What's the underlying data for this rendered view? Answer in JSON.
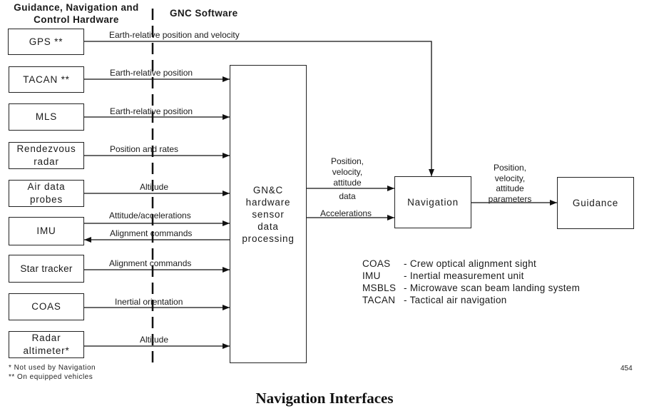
{
  "headers": {
    "hardware": "Guidance, Navigation and Control Hardware",
    "software": "GNC Software"
  },
  "hardware_boxes": [
    {
      "id": "gps",
      "label": "GPS **"
    },
    {
      "id": "tacan",
      "label": "TACAN **"
    },
    {
      "id": "mls",
      "label": "MLS"
    },
    {
      "id": "rendezvous-radar",
      "label": "Rendezvous radar"
    },
    {
      "id": "air-data-probes",
      "label": "Air data probes"
    },
    {
      "id": "imu",
      "label": "IMU"
    },
    {
      "id": "star-tracker",
      "label": "Star tracker"
    },
    {
      "id": "coas",
      "label": "COAS"
    },
    {
      "id": "radar-altimeter",
      "label": "Radar altimeter*"
    }
  ],
  "processing_box": {
    "label": "GN&C hardware sensor data processing"
  },
  "navigation_box": {
    "label": "Navigation"
  },
  "guidance_box": {
    "label": "Guidance"
  },
  "flows": [
    {
      "from": "GPS **",
      "to": "Navigation",
      "label": "Earth-relative position and velocity"
    },
    {
      "from": "TACAN **",
      "to": "GN&C hardware sensor data processing",
      "label": "Earth-relative position"
    },
    {
      "from": "MLS",
      "to": "GN&C hardware sensor data processing",
      "label": "Earth-relative position"
    },
    {
      "from": "Rendezvous radar",
      "to": "GN&C hardware sensor data processing",
      "label": "Position and rates"
    },
    {
      "from": "Air data probes",
      "to": "GN&C hardware sensor data processing",
      "label": "Altitude"
    },
    {
      "from": "IMU",
      "to": "GN&C hardware sensor data processing",
      "label": "Attitude/accelerations"
    },
    {
      "from": "GN&C hardware sensor data processing",
      "to": "IMU",
      "label": "Alignment commands"
    },
    {
      "from": "Star tracker",
      "to": "GN&C hardware sensor data processing",
      "label": "Alignment commands"
    },
    {
      "from": "COAS",
      "to": "GN&C hardware sensor data processing",
      "label": "Inertial orientation"
    },
    {
      "from": "Radar altimeter*",
      "to": "GN&C hardware sensor data processing",
      "label": "Altitude"
    },
    {
      "from": "GN&C hardware sensor data processing",
      "to": "Navigation",
      "label": "Position, velocity, attitude",
      "label_extra": "data"
    },
    {
      "from": "GN&C hardware sensor data processing",
      "to": "Navigation",
      "label": "Accelerations"
    },
    {
      "from": "Navigation",
      "to": "Guidance",
      "label": "Position, velocity, attitude parameters"
    }
  ],
  "footnotes": [
    "* Not used by Navigation",
    "** On equipped vehicles"
  ],
  "glossary": [
    {
      "abbr": "COAS",
      "definition": "- Crew optical alignment sight"
    },
    {
      "abbr": "IMU",
      "definition": "- Inertial measurement unit"
    },
    {
      "abbr": "MSBLS",
      "definition": "- Microwave scan beam landing system"
    },
    {
      "abbr": "TACAN",
      "definition": "- Tactical air navigation"
    }
  ],
  "page_number": "454",
  "caption": "Navigation Interfaces",
  "colors": {
    "line": "#111111",
    "box_border": "#222222",
    "background": "#ffffff"
  }
}
